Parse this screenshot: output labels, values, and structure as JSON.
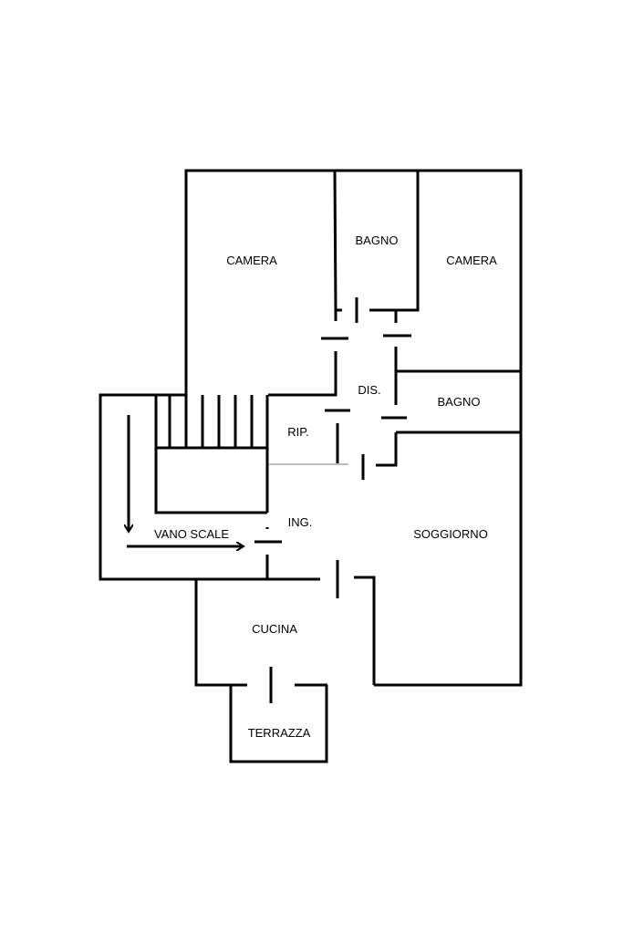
{
  "colors": {
    "background": "#ffffff",
    "walls": "#000000"
  },
  "rooms": {
    "camera_1": "CAMERA",
    "bagno_1": "BAGNO",
    "camera_2": "CAMERA",
    "disimpegno": "DIS.",
    "bagno_2": "BAGNO",
    "ripostiglio": "RIP.",
    "ingresso": "ING.",
    "vano_scale": "VANO SCALE",
    "soggiorno": "SOGGIORNO",
    "cucina": "CUCINA",
    "terrazza": "TERRAZZA"
  },
  "icons": {
    "stair_down_arrow": "arrow-down-icon",
    "stair_right_arrow": "arrow-right-icon"
  }
}
